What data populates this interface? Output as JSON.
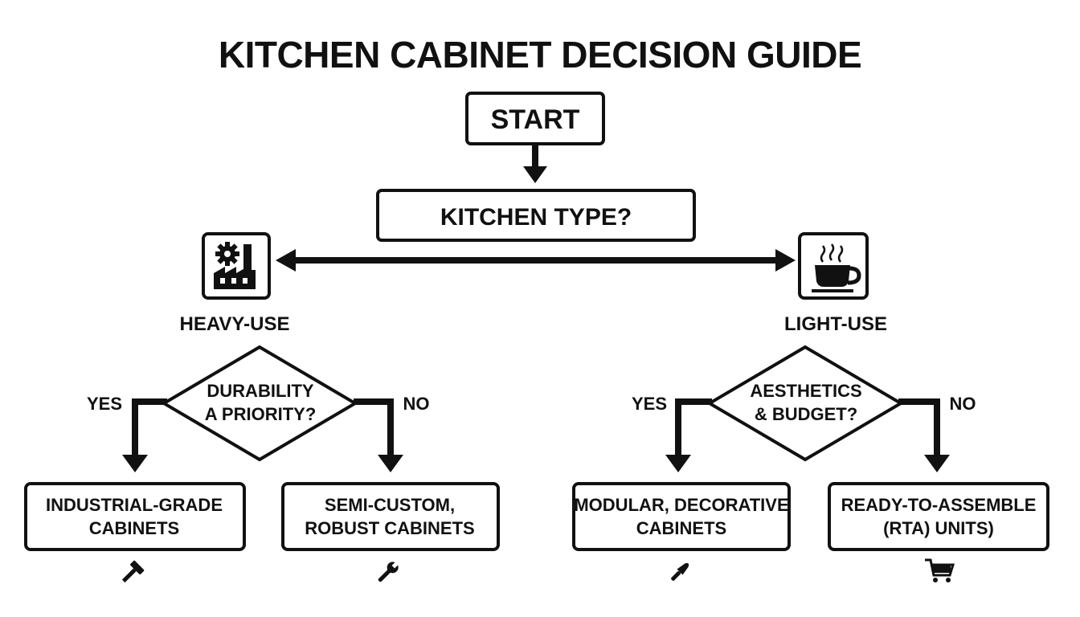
{
  "title": "KITCHEN CABINET DECISION GUIDE",
  "start": "START",
  "question": "KITCHEN TYPE?",
  "branches": {
    "heavy": {
      "label": "HEAVY-USE",
      "icon": "factory-icon",
      "question_line1": "DURABILITY",
      "question_line2": "A PRIORITY?",
      "yes_label": "YES",
      "no_label": "NO",
      "yes_result": {
        "line1": "INDUSTRIAL-GRADE",
        "line2": "CABINETS",
        "icon": "hammer-icon"
      },
      "no_result": {
        "line1": "SEMI-CUSTOM,",
        "line2": "ROBUST CABINETS",
        "icon": "wrench-icon"
      }
    },
    "light": {
      "label": "LIGHT-USE",
      "icon": "coffee-cup-icon",
      "question_line1": "AESTHETICS",
      "question_line2": "& BUDGET?",
      "yes_label": "YES",
      "no_label": "NO",
      "yes_result": {
        "line1": "MODULAR, DECORATIVE",
        "line2": "CABINETS",
        "icon": "paintbrush-icon"
      },
      "no_result": {
        "line1": "READY-TO-ASSEMBLE",
        "line2": "(RTA) UNITS)",
        "icon": "shopping-cart-icon"
      }
    }
  },
  "colors": {
    "ink": "#111111",
    "background": "#ffffff"
  }
}
